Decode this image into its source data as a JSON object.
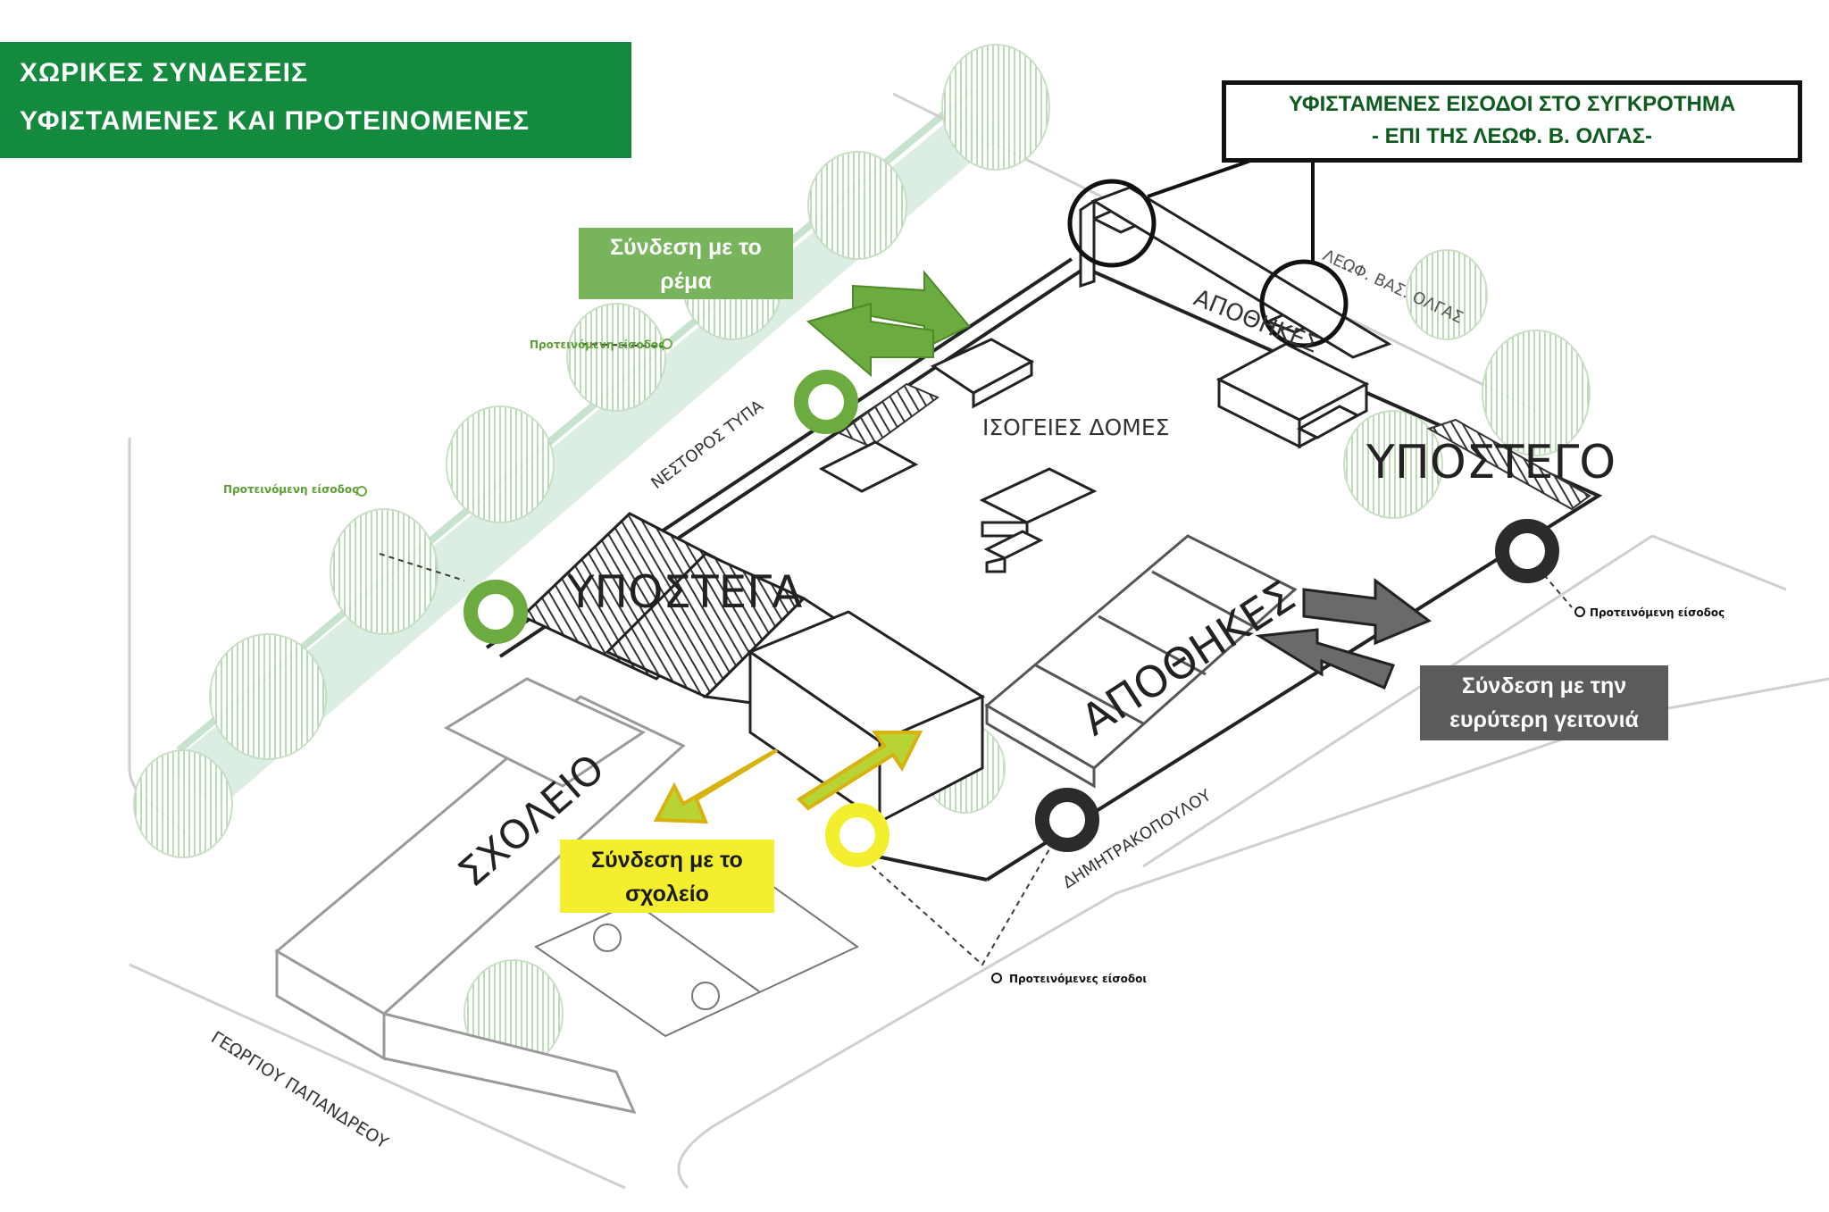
{
  "title": {
    "line1": "ΧΩΡΙΚΕΣ ΣΥΝΔΕΣΕΙΣ",
    "line2": "ΥΦΙΣΤΑΜΕΝΕΣ ΚΑΙ ΠΡΟΤΕΙΝΟΜΕΝΕΣ",
    "bg_color": "#138a3d"
  },
  "existing_entrances": {
    "line1": "ΥΦΙΣΤΑΜΕΝΕΣ ΕΙΣΟΔΟΙ ΣΤΟ  ΣΥΓΚΡΟΤΗΜΑ",
    "line2": "- ΕΠΙ ΤΗΣ ΛΕΩΦ. Β. ΟΛΓΑΣ-"
  },
  "connections": {
    "rema": {
      "line1": "Σύνδεση με το",
      "line2": "ρέμα",
      "color": "#78b45c"
    },
    "school": {
      "line1": "Σύνδεση με το",
      "line2": "σχολείο",
      "color": "#f3ee2e"
    },
    "neighborhood": {
      "line1": "Σύνδεση με την",
      "line2": "ευρύτερη γειτονιά",
      "color": "#5b5b5b"
    }
  },
  "buildings": {
    "hangars": "ΥΠΟΣΤΕΓΑ",
    "hangar": "ΥΠΟΣΤΕΓΟ",
    "warehouses_main": "ΑΠΟΘΗΚΕΣ",
    "warehouses_top": "ΑΠΟΘΗΚΕΣ",
    "ground_structures": "ΙΣΟΓΕΙΕΣ ΔΟΜΕΣ",
    "school": "ΣΧΟΛΕΙΟ"
  },
  "streets": {
    "nestoros": "ΝΕΣΤΟΡΟΣ ΤΥΠΑ",
    "dimitrakopoulou": "ΔΗΜΗΤΡΑΚΟΠΟΥΛΟΥ",
    "papandreou": "ΓΕΩΡΓΙΟΥ ΠΑΠΑΝΔΡΕΟΥ",
    "olgas": "ΛΕΩΦ. ΒΑΣ. ΟΛΓΑΣ"
  },
  "proposed": {
    "entrance_a": "Προτεινόμενη είσοδος",
    "entrance_b": "Προτεινόμενη είσοδος",
    "entrance_c": "Προτεινόμενη είσοδος",
    "entrances_plural": "Προτεινόμενες είσοδοι"
  },
  "colors": {
    "green": "#6cab3f",
    "yellow": "#f3ee2e",
    "dark": "#2b2b2b",
    "tree": "#b9d9b0"
  }
}
